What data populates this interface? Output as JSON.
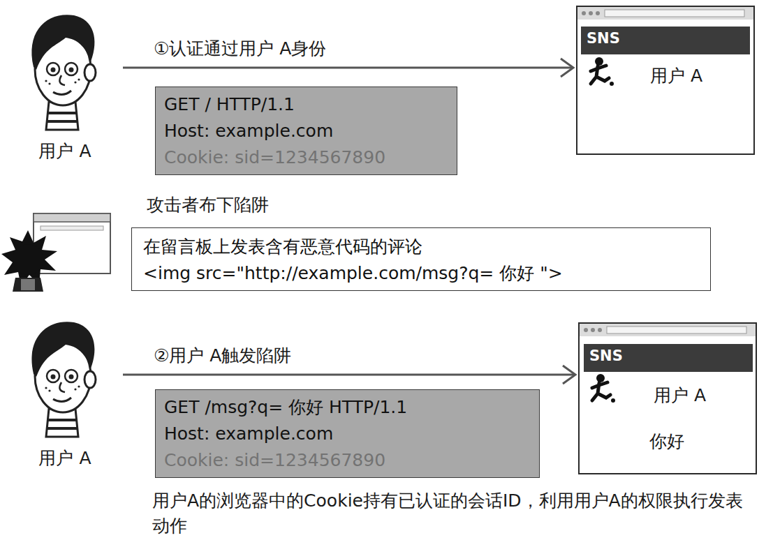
{
  "diagram": {
    "nodes": [
      {
        "text": [
          "用户 A"
        ]
      },
      {
        "text": [
          "GET / HTTP/1.1",
          "Host: example.com",
          "Cookie: sid=1234567890"
        ]
      },
      {
        "text": [
          "用户 A"
        ]
      },
      {
        "text": [
          "SNS"
        ],
        "in": 2
      },
      {
        "text": [
          "在留言板上发表含有恶意代码的评论",
          "<img src=\"http://example.com/msg?q= 你好 \">"
        ]
      },
      {
        "text": [
          "用户 A"
        ]
      },
      {
        "text": [
          "GET /msg?q= 你好 HTTP/1.1",
          "Host: example.com",
          "Cookie: sid=1234567890"
        ]
      },
      {
        "text": [
          "用户 A",
          "你好"
        ]
      },
      {
        "text": [
          "SNS"
        ],
        "in": 7
      }
    ],
    "edges": [
      {
        "from": 0,
        "to": 2,
        "arrow": "to",
        "label": "①认证通过用户 A身份"
      },
      {
        "from": 5,
        "to": 7,
        "arrow": "to",
        "label": "②用户 A触发陷阱"
      }
    ],
    "labels": [
      "攻击者布下陷阱",
      "用户A的浏览器中的Cookie持有已认证的会话ID，利用用户A的权限执行发表动作"
    ]
  }
}
